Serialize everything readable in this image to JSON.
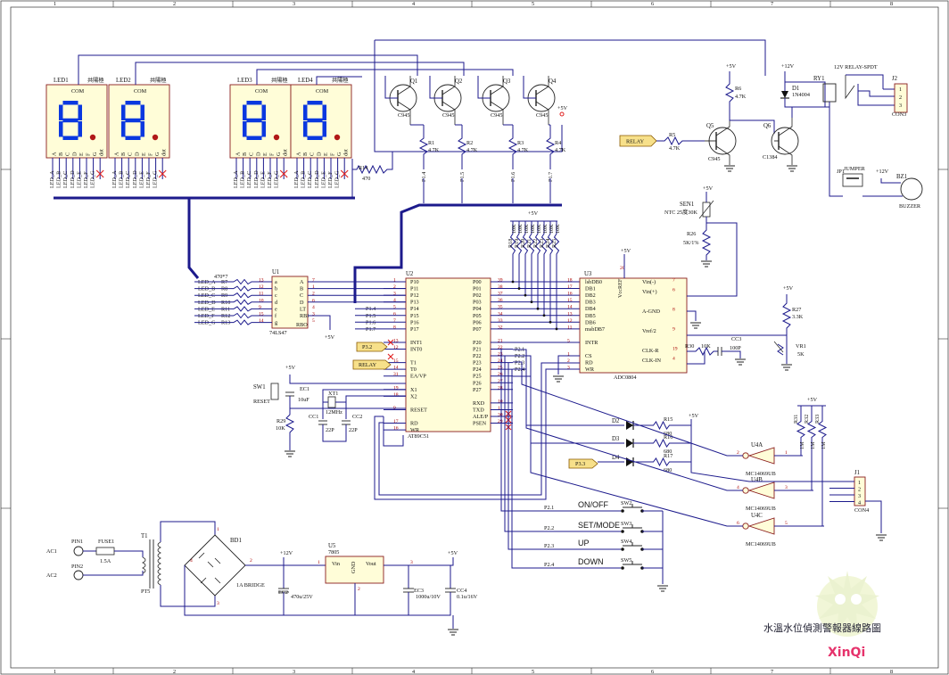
{
  "frame": {
    "cols": [
      "1",
      "2",
      "3",
      "4",
      "5",
      "6",
      "7",
      "8"
    ]
  },
  "leds": [
    {
      "ref": "LED1",
      "com": "COM",
      "segs": [
        "A",
        "B",
        "C",
        "D",
        "E",
        "F",
        "G",
        "dot"
      ]
    },
    {
      "ref": "LED2",
      "com": "COM",
      "segs": [
        "A",
        "B",
        "C",
        "D",
        "E",
        "F",
        "G",
        "dot"
      ]
    },
    {
      "ref": "LED3",
      "com": "COM",
      "segs": [
        "A",
        "B",
        "C",
        "D",
        "E",
        "F",
        "G",
        "dot"
      ]
    },
    {
      "ref": "LED4",
      "com": "COM",
      "segs": [
        "A",
        "B",
        "C",
        "D",
        "E",
        "F",
        "G",
        "dot"
      ]
    }
  ],
  "led_type": "共陽極",
  "led_bus_labels": [
    "LED_A",
    "LED_B",
    "LED_C",
    "LED_D",
    "LED_E",
    "LED_F",
    "LED_G"
  ],
  "transistors_top": [
    {
      "ref": "Q1",
      "part": "C945"
    },
    {
      "ref": "Q2",
      "part": "C945"
    },
    {
      "ref": "Q3",
      "part": "C945"
    },
    {
      "ref": "Q4",
      "part": "C945"
    }
  ],
  "base_resistors": [
    {
      "ref": "R1",
      "val": "4.7K",
      "net": "P1.4"
    },
    {
      "ref": "R2",
      "val": "4.7K",
      "net": "P1.5"
    },
    {
      "ref": "R3",
      "val": "4.7K",
      "net": "P1.6"
    },
    {
      "ref": "R4",
      "val": "4.7K",
      "net": "P1.7"
    }
  ],
  "r14": {
    "ref": "R14",
    "val": "470"
  },
  "plus5": "+5V",
  "plus12": "+12V",
  "seg_resistors": {
    "refs": [
      "R7",
      "R8",
      "R9",
      "R10",
      "R11",
      "R12",
      "R13"
    ],
    "val": "470*7"
  },
  "u1": {
    "ref": "U1",
    "part": "74LS47",
    "in": [
      "a",
      "b",
      "c",
      "d",
      "e",
      "f",
      "g"
    ],
    "out": [
      "A",
      "B",
      "C",
      "D",
      "LT",
      "RBI"
    ],
    "bo": "RBO",
    "pins_left": [
      "13",
      "12",
      "11",
      "10",
      "9",
      "15",
      "14"
    ],
    "pins_right": [
      "7",
      "1",
      "2",
      "6",
      "4",
      "3",
      "5"
    ]
  },
  "u2": {
    "ref": "U2",
    "part": "AT89C51",
    "left": [
      "P10",
      "P11",
      "P12",
      "P13",
      "P14",
      "P15",
      "P16",
      "P17",
      "",
      "INT1",
      "INT0",
      "",
      "T1",
      "T0",
      "EA/VP",
      "",
      "X1",
      "X2",
      "",
      "RESET",
      "",
      "RD",
      "WR"
    ],
    "left_pins": [
      "1",
      "2",
      "3",
      "4",
      "5",
      "6",
      "7",
      "8",
      "",
      "13",
      "12",
      "",
      "15",
      "14",
      "31",
      "",
      "19",
      "18",
      "",
      "9",
      "",
      "17",
      "16"
    ],
    "right": [
      "P00",
      "P01",
      "P02",
      "P03",
      "P04",
      "P05",
      "P06",
      "P07",
      "",
      "P20",
      "P21",
      "P22",
      "P23",
      "P24",
      "P25",
      "P26",
      "P27",
      "",
      "RXD",
      "TXD",
      "ALE/P",
      "PSEN"
    ],
    "right_pins": [
      "39",
      "38",
      "37",
      "36",
      "35",
      "34",
      "33",
      "32",
      "",
      "21",
      "22",
      "23",
      "24",
      "25",
      "26",
      "27",
      "28",
      "",
      "10",
      "11",
      "30",
      "29"
    ],
    "nets_left": [
      "P1.4",
      "P1.5",
      "P1.6",
      "P1.7"
    ],
    "nets_right": [
      "P2.1",
      "P2.2",
      "P2.3",
      "P2.4"
    ]
  },
  "p0_resistors": {
    "refs": [
      "R18",
      "R19",
      "R20",
      "R21",
      "R22",
      "R23",
      "R24",
      "R25"
    ],
    "val": "10K"
  },
  "u3": {
    "ref": "U3",
    "part": "ADC0804",
    "left": [
      "lsbDB0",
      "DB1",
      "DB2",
      "DB3",
      "DB4",
      "DB5",
      "DB6",
      "msbDB7",
      "",
      "INTR",
      "",
      "CS",
      "RD",
      "WR"
    ],
    "left_pins": [
      "18",
      "17",
      "16",
      "15",
      "14",
      "13",
      "12",
      "11",
      "",
      "5",
      "",
      "1",
      "2",
      "3"
    ],
    "right": [
      "Vin(-)",
      "Vin(+)",
      "",
      "A-GND",
      "",
      "Vref/2",
      "",
      "CLK-R",
      "CLK-IN"
    ],
    "right_pins": [
      "7",
      "6",
      "",
      "8",
      "",
      "9",
      "",
      "19",
      "4"
    ],
    "top": "VccREF",
    "top_pin": "20"
  },
  "sensor": {
    "ref": "SEN1",
    "part": "NTC 25度30K",
    "r26": "R26",
    "r26_val": "5K/1%"
  },
  "r27": {
    "ref": "R27",
    "val": "3.3K"
  },
  "vr1": {
    "ref": "VR1",
    "val": "5K"
  },
  "r30": {
    "ref": "R30",
    "val": "10K"
  },
  "cc3": {
    "ref": "CC3",
    "val": "100P"
  },
  "relay_drv": {
    "q5": "Q5",
    "q5_part": "C945",
    "q6": "Q6",
    "q6_part": "C1384",
    "r5": "R5",
    "r5_val": "4.7K",
    "r6": "R6",
    "r6_val": "4.7K",
    "d1": "D1",
    "d1_part": "1N4004",
    "ry1": "RY1",
    "ry1_part": "12V RELAY-SPDT",
    "j2": "J2",
    "con3": "CON3",
    "con3_pins": [
      "1",
      "2",
      "3"
    ]
  },
  "buzzer": {
    "jp1": "JP1",
    "jp1_label": "JUMPER",
    "bz1": "BZ1",
    "bz1_label": "BUZZER"
  },
  "labels": {
    "relay": "RELAY",
    "p32": "P3.2",
    "p33": "P3.3"
  },
  "reset": {
    "sw1": "SW1",
    "reset": "RESET",
    "ec1": "EC1",
    "ec1_val": "10uF",
    "r29": "R29",
    "r29_val": "10K"
  },
  "xtal": {
    "ref": "XT1",
    "val": "12MHz",
    "cc1": "CC1",
    "cc1_val": "22P",
    "cc2": "CC2",
    "cc2_val": "22P"
  },
  "status_leds": [
    {
      "ref": "D2",
      "r": "R15",
      "val": "680"
    },
    {
      "ref": "D3",
      "r": "R16",
      "val": "680"
    },
    {
      "ref": "D4",
      "r": "R17",
      "val": "680"
    }
  ],
  "u4": {
    "parts": [
      {
        "ref": "U4A",
        "part": "MC14069UB",
        "pins": [
          "1",
          "2"
        ]
      },
      {
        "ref": "U4B",
        "part": "MC14069UB",
        "pins": [
          "3",
          "4"
        ]
      },
      {
        "ref": "U4C",
        "part": "MC14069UB",
        "pins": [
          "5",
          "6"
        ]
      }
    ],
    "r31": "R31",
    "r32": "R32",
    "r33": "R33",
    "rval": "1M",
    "j1": "J1",
    "con4": "CON4",
    "con4_pins": [
      "1",
      "2",
      "3",
      "4"
    ]
  },
  "buttons": [
    {
      "net": "P2.1",
      "label": "ON/OFF",
      "ref": "SW2"
    },
    {
      "net": "P2.2",
      "label": "SET/MODE",
      "ref": "SW3"
    },
    {
      "net": "P2.3",
      "label": "UP",
      "ref": "SW4"
    },
    {
      "net": "P2.4",
      "label": "DOWN",
      "ref": "SW5"
    }
  ],
  "power": {
    "pin1": "PIN1",
    "pin2": "PIN2",
    "ac1": "AC1",
    "ac2": "AC2",
    "fuse": "FUSE1",
    "fuse_val": "1.5A",
    "t1": "T1",
    "pt5": "PT5",
    "bd1": "BD1",
    "bridge": "1A BRIDGE",
    "bd_pins": [
      "1",
      "2",
      "3",
      "4"
    ],
    "u5": "U5",
    "u5_part": "7805",
    "vin": "Vin",
    "vout": "Vout",
    "gnd": "GND",
    "u5_pins": [
      "1",
      "2",
      "3"
    ],
    "ec2": "EC2",
    "ec2_val": "470u/25V",
    "ec3": "EC3",
    "ec3_val": "1000u/10V",
    "cc4": "CC4",
    "cc4_val": "0.1u/16V"
  },
  "title": "水溫水位偵測警報器線路圖",
  "watermark": "XinQi"
}
